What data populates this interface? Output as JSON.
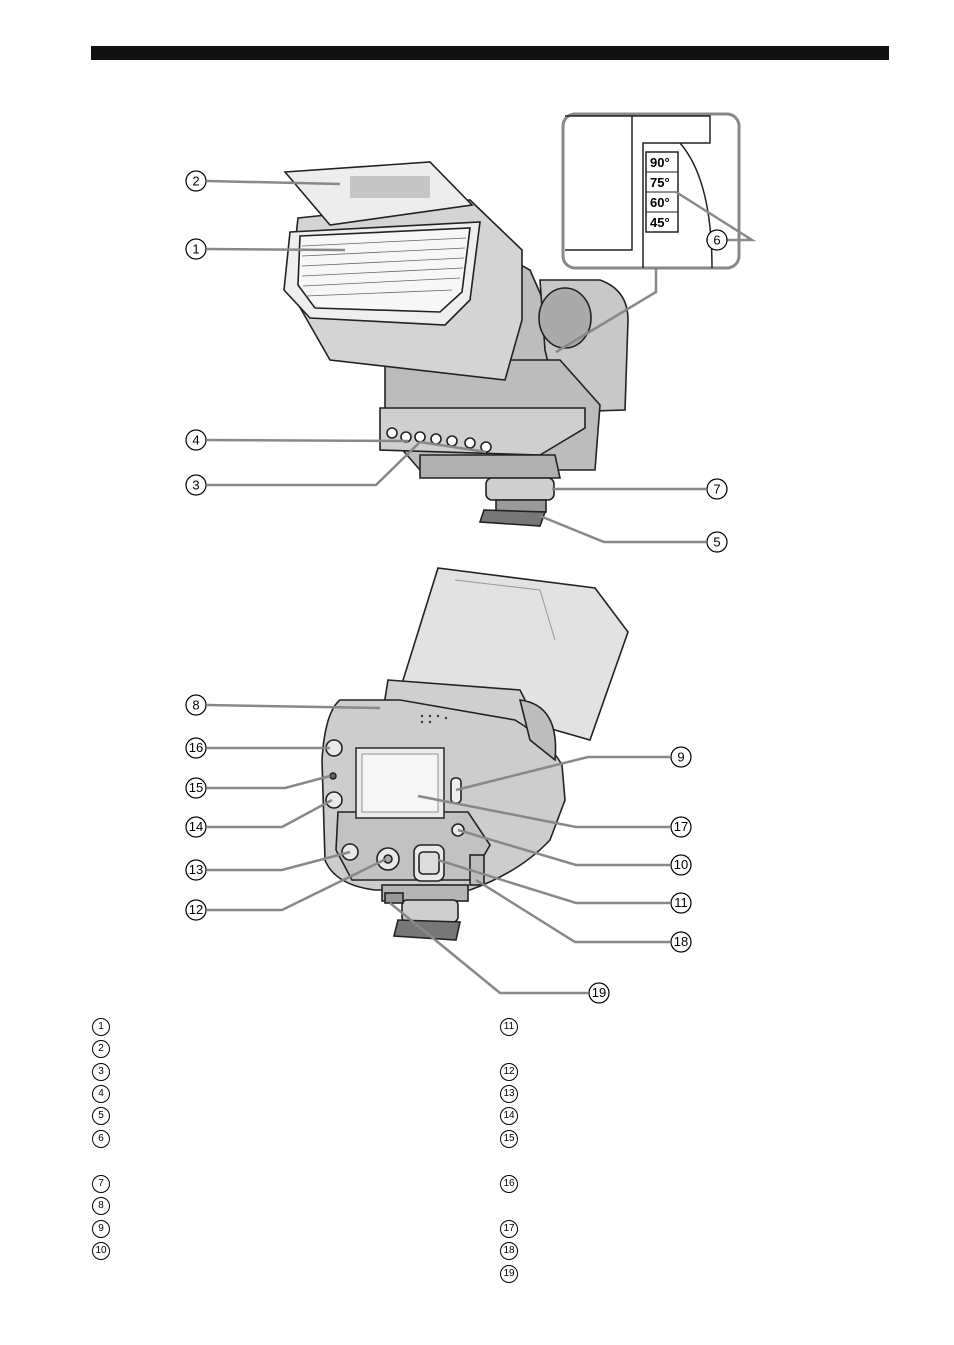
{
  "callouts": {
    "c1": "1",
    "c2": "2",
    "c3": "3",
    "c4": "4",
    "c5": "5",
    "c6": "6",
    "c7": "7",
    "c8": "8",
    "c9": "9",
    "c10": "10",
    "c11": "11",
    "c12": "12",
    "c13": "13",
    "c14": "14",
    "c15": "15",
    "c16": "16",
    "c17": "17",
    "c18": "18",
    "c19": "19"
  },
  "angle_scale": [
    "90°",
    "75°",
    "60°",
    "45°"
  ],
  "legend_left": [
    "1",
    "2",
    "3",
    "4",
    "5",
    "6",
    "7",
    "8",
    "9",
    "10"
  ],
  "legend_right": [
    "11",
    "12",
    "13",
    "14",
    "15",
    "16",
    "17",
    "18",
    "19"
  ]
}
